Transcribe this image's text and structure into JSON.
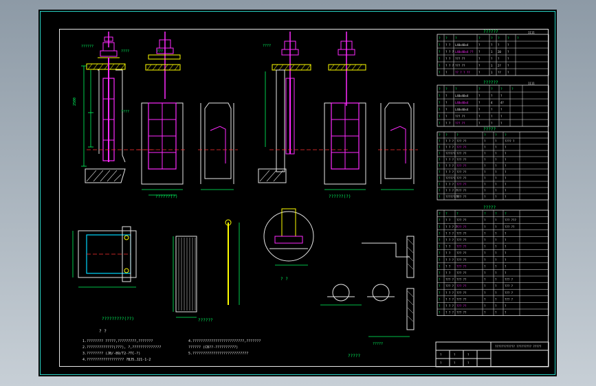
{
  "tables": {
    "t1": {
      "title": "??????",
      "note": "1111",
      "headers": [
        "?",
        "?",
        "?",
        "?",
        "?",
        "?",
        "?",
        "?",
        "?"
      ],
      "rows": [
        [
          "?",
          "? ?",
          "L40x40x4",
          "?",
          "?",
          "?",
          "?"
        ],
        [
          "?",
          "? ? ?",
          "L40x40x4 ??",
          "?",
          "1",
          "20",
          "?"
        ],
        [
          "?",
          "? ?",
          "??? ??",
          "?",
          "?",
          "?",
          "?"
        ],
        [
          "?",
          "? ? ?",
          "??? ??",
          "?",
          "1",
          "2?",
          "?"
        ],
        [
          "?",
          "?",
          "?? ? ? ??",
          "?",
          "1",
          "??",
          "?"
        ]
      ]
    },
    "t2": {
      "title": "??????",
      "note": "1111",
      "headers": [
        "?",
        "?",
        "?",
        "?",
        "?",
        "?",
        "?"
      ],
      "rows": [
        [
          "?",
          "?",
          "L40x40x4",
          "?",
          "?",
          "?"
        ],
        [
          "?",
          "?",
          "L40x40x4",
          "?",
          "4",
          "4?"
        ],
        [
          "?",
          "?",
          "L40x40x4",
          "?",
          "?",
          "?"
        ],
        [
          "?",
          "?",
          "??? ??",
          "?",
          "?",
          "?"
        ],
        [
          "?",
          "? ?",
          "??? ??",
          "?",
          "?",
          "?"
        ]
      ]
    },
    "t3": {
      "title": "?????",
      "headers": [
        "?",
        "?",
        "?",
        "?",
        "?",
        "?"
      ],
      "rows": [
        [
          "?",
          "? ? ?",
          "??? ??",
          "?",
          "?",
          "???? ?"
        ],
        [
          "?",
          "? ? ?",
          "??? ??",
          "?",
          "?",
          "?"
        ],
        [
          "?",
          "??????",
          "??? ??",
          "?",
          "?",
          "?"
        ],
        [
          "?",
          "? ? ?",
          "??? ??",
          "?",
          "?",
          "?"
        ],
        [
          "?",
          "? ? ?",
          "??? ??",
          "?",
          "?",
          "?"
        ],
        [
          "?",
          "? ? ?",
          "??? ??",
          "?",
          "?",
          "?"
        ],
        [
          "?",
          "??????",
          "??? ??",
          "?",
          "?",
          "?"
        ],
        [
          "?",
          "? ? ?",
          "??? ??",
          "?",
          "?",
          "?"
        ],
        [
          "?",
          "? ? ? ?",
          "??? ??",
          "?",
          "?",
          "?"
        ],
        [
          "?",
          "????????",
          "??? ??",
          "?",
          "?",
          "?"
        ]
      ]
    },
    "t4": {
      "title": "?????",
      "headers": [
        "?",
        "?",
        "?",
        "?",
        "?",
        "?"
      ],
      "rows": [
        [
          "?",
          "? ?",
          "??? ??",
          "?",
          "?",
          "??? ???"
        ],
        [
          "?",
          "? ? ? ?",
          "??? ??",
          "?",
          "?",
          "??? ??"
        ],
        [
          "?",
          "? ? ?",
          "??? ??",
          "?",
          "?",
          "?"
        ],
        [
          "?",
          "? ? ?",
          "??? ??",
          "?",
          "?",
          "?"
        ],
        [
          "?",
          "? ?",
          "??? ??",
          "?",
          "?",
          "?"
        ],
        [
          "?",
          "? ?",
          "??? ??",
          "?",
          "?",
          "?"
        ],
        [
          "?",
          "? ? ?",
          "??? ??",
          "?",
          "?",
          "?"
        ],
        [
          "?",
          "? ?",
          "??? ??",
          "?",
          "?",
          "?"
        ],
        [
          "?",
          "? ?",
          "??? ??",
          "?",
          "?",
          "?"
        ],
        [
          "?",
          "??? ?",
          "??? ??",
          "?",
          "?",
          "??? ?"
        ],
        [
          "?",
          "??? ?",
          "??? ??",
          "?",
          "?",
          "??? ?"
        ],
        [
          "?",
          "? ? ?",
          "??? ??",
          "?",
          "?",
          "??? ?"
        ],
        [
          "?",
          "? ? ?",
          "??? ??",
          "?",
          "?",
          "??? ?"
        ],
        [
          "?",
          "? ? ?",
          "??? ??",
          "?",
          "?",
          "?"
        ],
        [
          "?",
          "? ? ?",
          "??? ??",
          "?",
          "?",
          "?"
        ]
      ]
    }
  },
  "view_titles": {
    "left_elevation": "??????(?)",
    "right_elevation": "??????(?)",
    "pipe_detail": "?????????(??)",
    "section_a": "??????",
    "section_b": "?????",
    "detail_small": "??????"
  },
  "notes": {
    "heading": "? ?",
    "left": [
      "1.????????   ?????,?????????,???????",
      "2.?????????????(???),  ?,??????????????",
      "3.????????   (JB/-89/T2-?TC-?)",
      "4.??????????????????     ?BJ5.J21-1-2"
    ],
    "right": [
      "4.?????????????????????????,???????",
      "   ??????  (CB??-??????????)",
      "5.???????????????????????????"
    ]
  },
  "title_block": {
    "main": "????????????  ?????????  ?????",
    "cells": [
      "?",
      "?",
      "?",
      "?",
      "?",
      "?"
    ]
  }
}
